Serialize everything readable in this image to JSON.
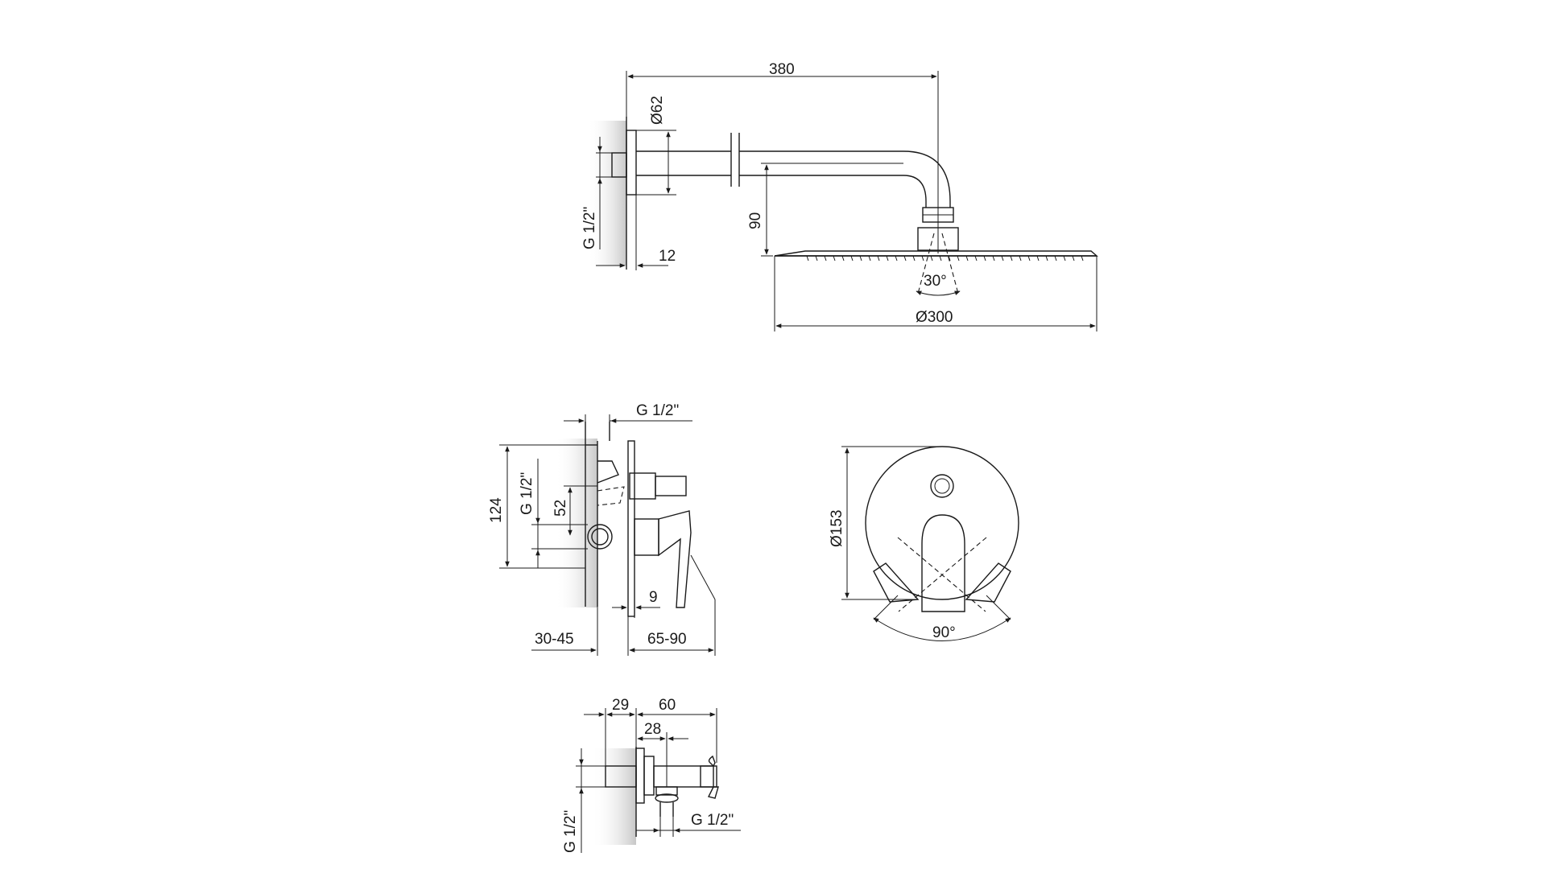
{
  "shower_arm_view": {
    "length_label": "380",
    "flange_dia_label": "Ø62",
    "thread_label": "G 1/2\"",
    "flange_thickness_label": "12",
    "drop_label": "90",
    "tilt_angle_label": "30°",
    "head_dia_label": "Ø300"
  },
  "mixer_side_view": {
    "top_thread_label": "G 1/2\"",
    "height_label": "124",
    "side_thread_label": "G 1/2\"",
    "inner_label": "52",
    "plate_label": "9",
    "depth_label": "30-45",
    "projection_label": "65-90"
  },
  "mixer_front_view": {
    "plate_dia_label": "Ø153",
    "rotation_label": "90°"
  },
  "outlet_view": {
    "label_29": "29",
    "label_60": "60",
    "label_28": "28",
    "thread_label": "G 1/2\"",
    "outlet_thread_label": "G 1/2\""
  }
}
